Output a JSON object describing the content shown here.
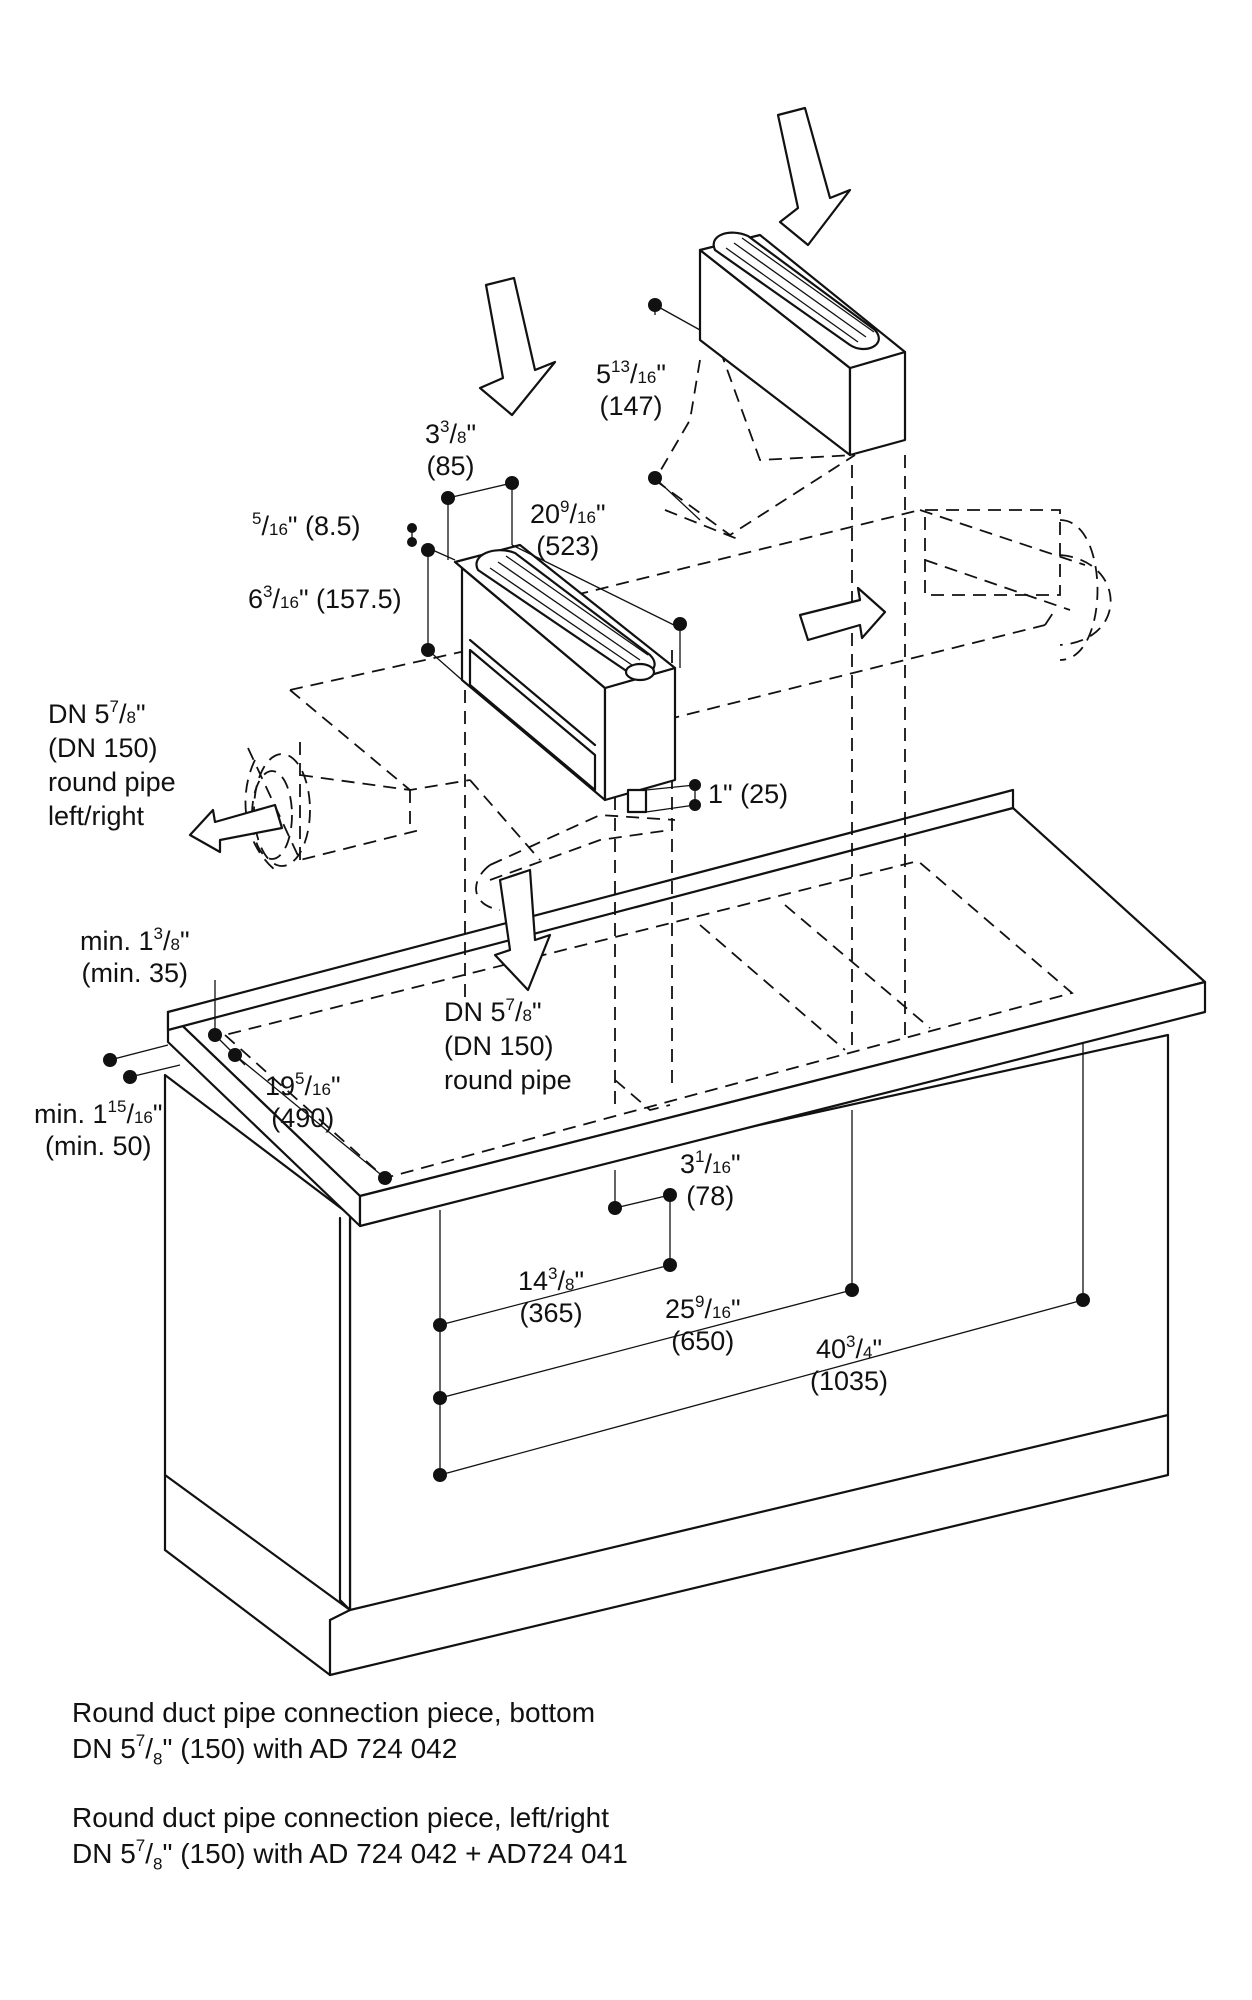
{
  "dimensions": {
    "unit_a_depth": {
      "whole": "3",
      "num": "3",
      "den": "8",
      "unit": "\"",
      "metric": "(85)"
    },
    "unit_a_width": {
      "whole": "20",
      "num": "9",
      "den": "16",
      "unit": "\"",
      "metric": "(523)"
    },
    "unit_a_offset": {
      "whole": "",
      "num": "5",
      "den": "16",
      "unit": "\"",
      "metric": "(8.5)"
    },
    "unit_a_height": {
      "whole": "6",
      "num": "3",
      "den": "16",
      "unit": "\"",
      "metric": "(157.5)"
    },
    "unit_b_height": {
      "whole": "5",
      "num": "13",
      "den": "16",
      "unit": "\"",
      "metric": "(147)"
    },
    "pipe_clearance": {
      "value": "1\"",
      "metric": "(25)"
    },
    "side_pipe": {
      "prefix": "DN 5",
      "num": "7",
      "den": "8",
      "unit": "\"",
      "metric": "(DN 150)",
      "line3": "round pipe",
      "line4": "left/right"
    },
    "bottom_pipe": {
      "prefix": "DN 5",
      "num": "7",
      "den": "8",
      "unit": "\"",
      "metric": "(DN 150)",
      "line3": "round pipe"
    },
    "min_back": {
      "prefix": "min. 1",
      "num": "3",
      "den": "8",
      "unit": "\"",
      "metric": "(min. 35)"
    },
    "min_front": {
      "prefix": "min. 1",
      "num": "15",
      "den": "16",
      "unit": "\"",
      "metric": "(min. 50)"
    },
    "cutout_depth": {
      "whole": "19",
      "num": "5",
      "den": "16",
      "unit": "\"",
      "metric": "(490)"
    },
    "pipe_spacing": {
      "whole": "3",
      "num": "1",
      "den": "16",
      "unit": "\"",
      "metric": "(78)"
    },
    "dist_1": {
      "whole": "14",
      "num": "3",
      "den": "8",
      "unit": "\"",
      "metric": "(365)"
    },
    "dist_2": {
      "whole": "25",
      "num": "9",
      "den": "16",
      "unit": "\"",
      "metric": "(650)"
    },
    "dist_3": {
      "whole": "40",
      "num": "3",
      "den": "4",
      "unit": "\"",
      "metric": "(1035)"
    }
  },
  "notes": [
    {
      "line1": "Round duct pipe connection piece, bottom",
      "prefix": "DN 5",
      "num": "7",
      "den": "8",
      "suffix": "\" (150) with AD 724 042"
    },
    {
      "line1": "Round duct pipe connection piece, left/right",
      "prefix": "DN 5",
      "num": "7",
      "den": "8",
      "suffix": "\" (150) with AD 724 042 + AD724 041"
    }
  ]
}
